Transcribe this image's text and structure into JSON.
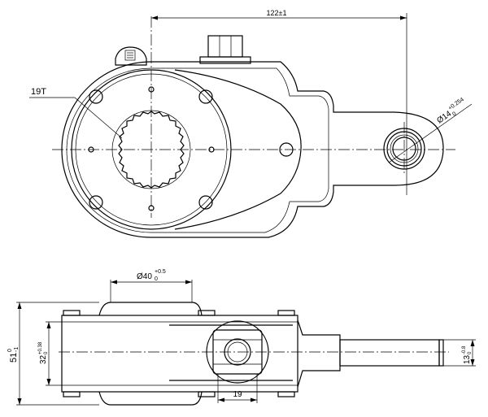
{
  "drawing": {
    "top_view": {
      "length_dim": "122±1",
      "spline_label": "19T",
      "hole_dim": {
        "prefix": "Ø",
        "value": "14",
        "upper_tol": "+0.254",
        "lower_tol": "0"
      }
    },
    "side_view": {
      "boss_dim": {
        "prefix": "Ø",
        "value": "40",
        "upper_tol": "+0.5",
        "lower_tol": "0"
      },
      "overall_height": {
        "value": "51",
        "upper_tol": "0",
        "lower_tol": "-1"
      },
      "inner_width": {
        "value": "32",
        "upper_tol": "+0.38",
        "lower_tol": "0"
      },
      "arm_thickness": {
        "value": "13",
        "upper_tol": "-0.8",
        "lower_tol": "0"
      },
      "nut_dim": "19"
    }
  }
}
